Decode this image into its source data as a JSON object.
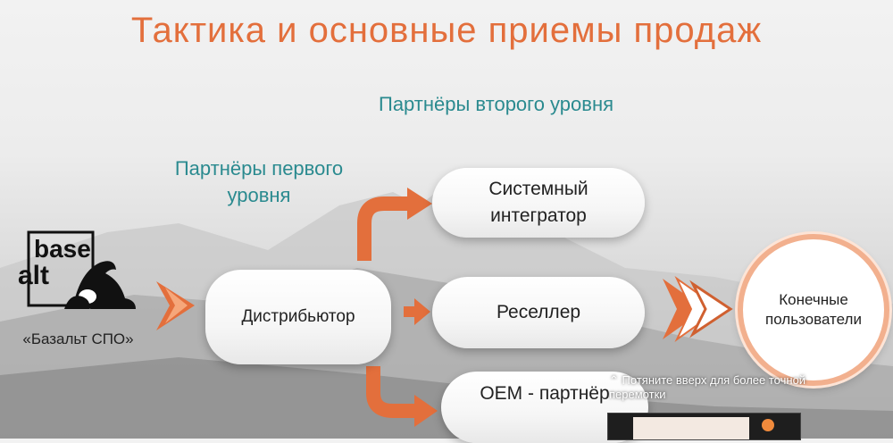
{
  "slide": {
    "title": "Тактика и основные приемы продаж",
    "level2_label": "Партнёры второго уровня",
    "level1_label": "Партнёры первого уровня",
    "logo": {
      "line1": "base",
      "line2": "alt",
      "caption": "«Базальт СПО»"
    },
    "nodes": {
      "distributor": "Дистрибьютор",
      "system_integrator": "Системный интегратор",
      "reseller": "Реселлер",
      "oem_partner": "OEM - партнёр",
      "end_users": "Конечные пользователи"
    },
    "colors": {
      "accent": "#e36f3c",
      "teal": "#2a8a8f"
    }
  },
  "player": {
    "seek_hint": "Потяните вверх для более точной перемотки"
  }
}
